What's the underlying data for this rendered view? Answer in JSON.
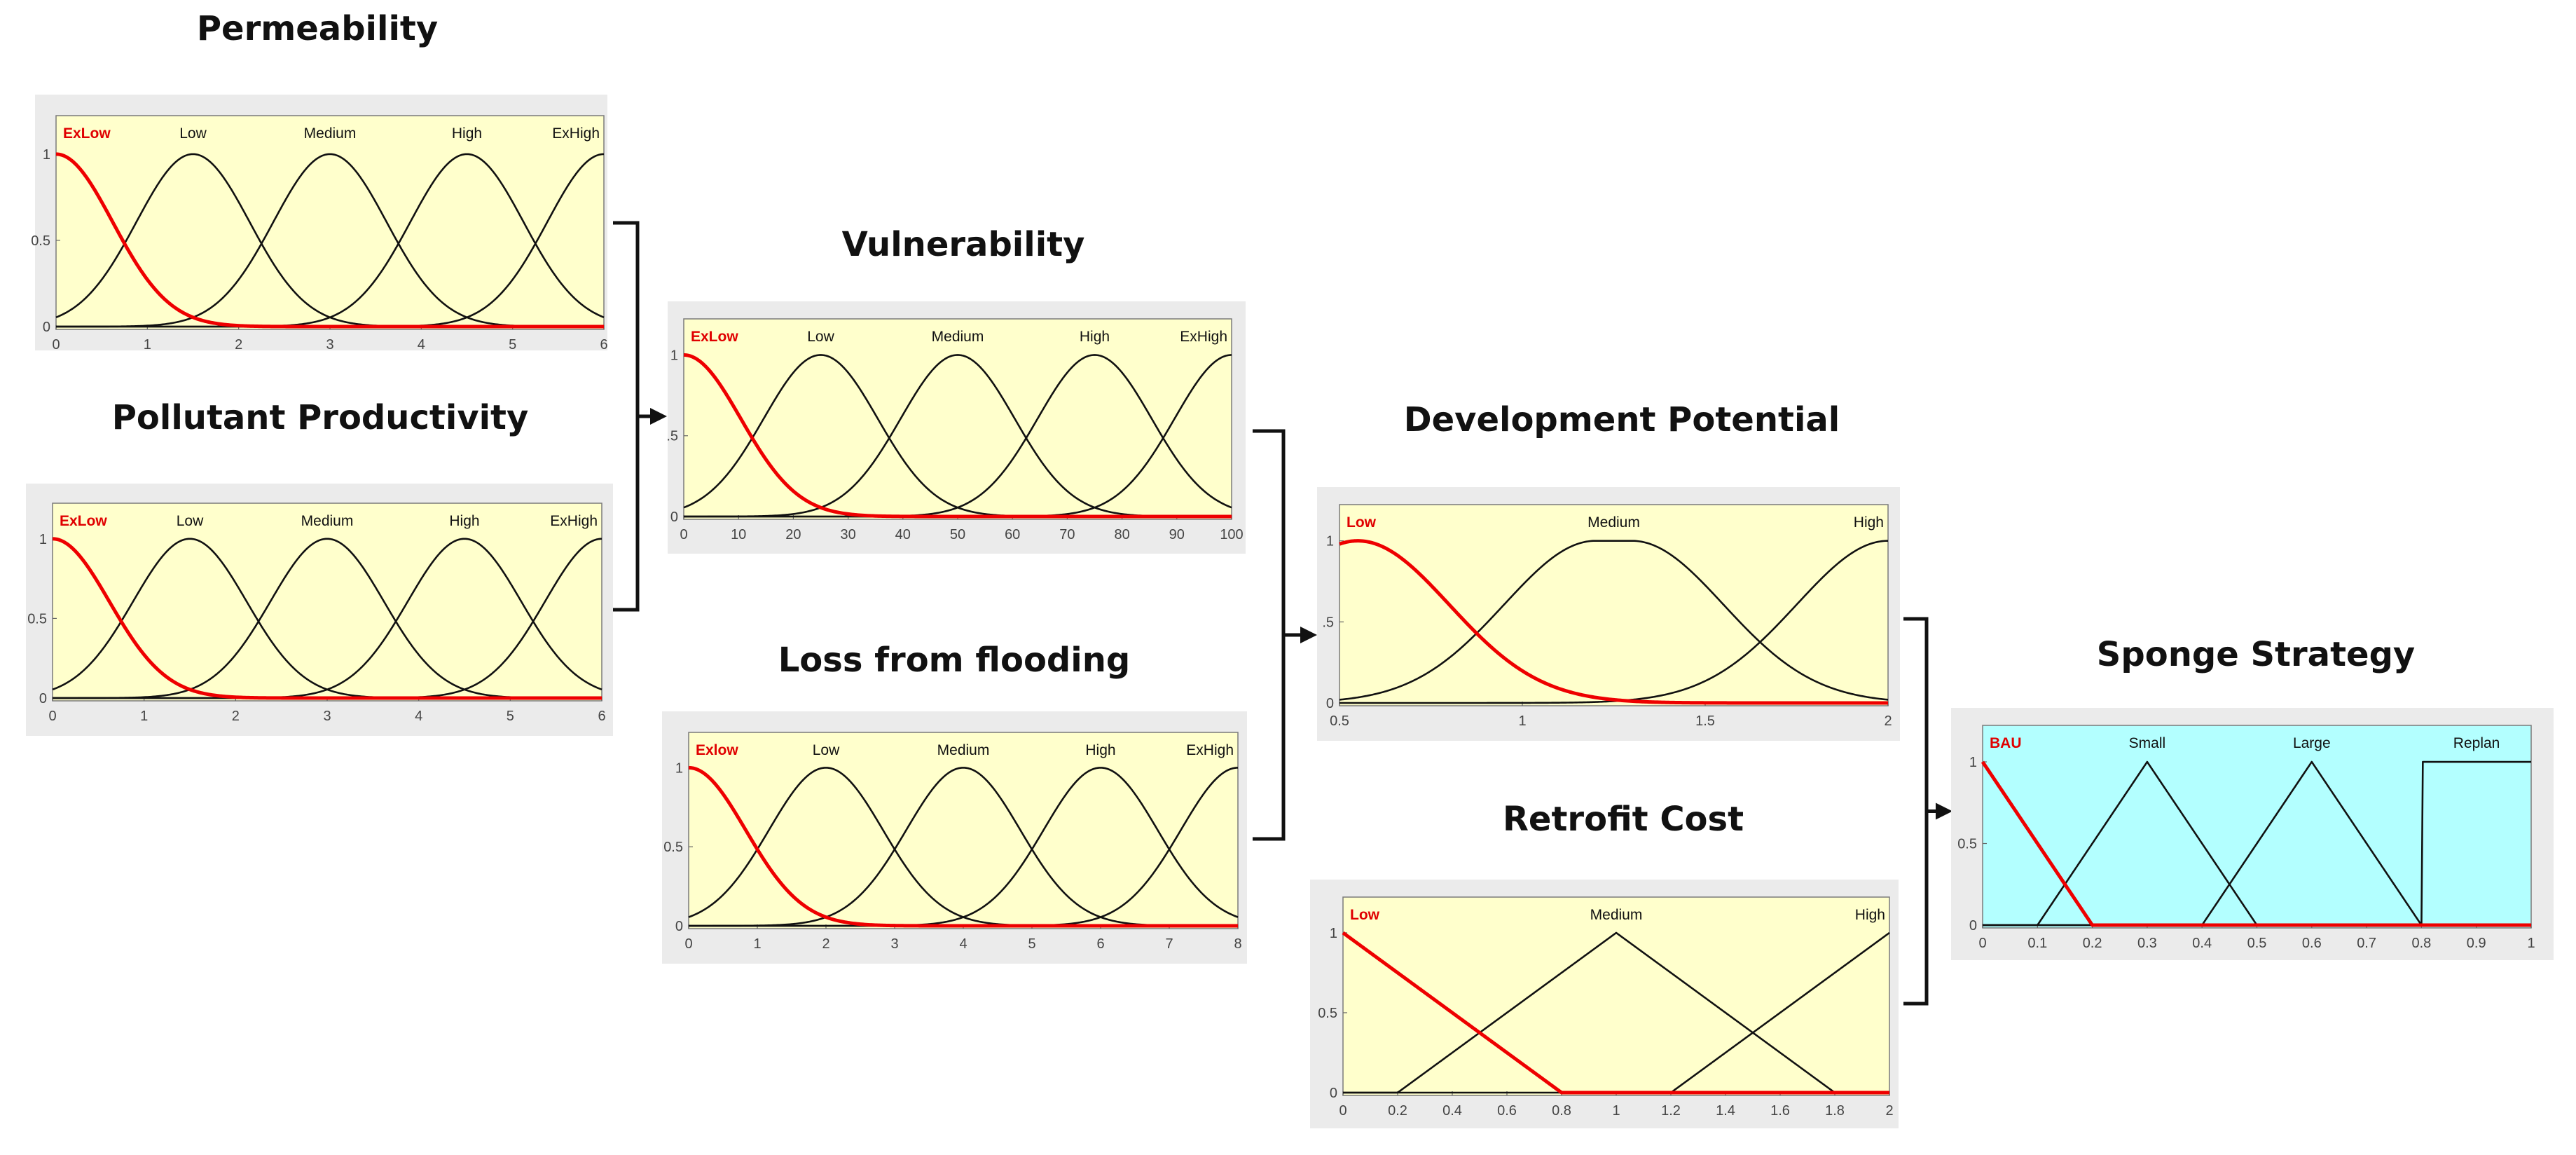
{
  "panels": [
    {
      "id": "permeability",
      "title": "Permeability",
      "bg": "#ffffcc",
      "xlim": [
        0,
        6
      ],
      "ylim": [
        0,
        1
      ],
      "xticks": [
        "0",
        "1",
        "2",
        "3",
        "4",
        "5",
        "6"
      ],
      "xtick_values": [
        0,
        1,
        2,
        3,
        4,
        5,
        6
      ],
      "yticks": [
        "0",
        "0.5",
        "1"
      ],
      "ytick_values": [
        0,
        0.5,
        1
      ],
      "mfs": [
        {
          "name": "ExLow",
          "type": "gauss",
          "params": [
            0.62,
            0
          ],
          "selected": true
        },
        {
          "name": "Low",
          "type": "gauss",
          "params": [
            0.62,
            1.5
          ],
          "selected": false
        },
        {
          "name": "Medium",
          "type": "gauss",
          "params": [
            0.62,
            3
          ],
          "selected": false
        },
        {
          "name": "High",
          "type": "gauss",
          "params": [
            0.62,
            4.5
          ],
          "selected": false
        },
        {
          "name": "ExHigh",
          "type": "gauss",
          "params": [
            0.62,
            6
          ],
          "selected": false
        }
      ]
    },
    {
      "id": "pollutant",
      "title": "Pollutant Productivity",
      "bg": "#ffffcc",
      "xlim": [
        0,
        6
      ],
      "ylim": [
        0,
        1
      ],
      "xticks": [
        "0",
        "1",
        "2",
        "3",
        "4",
        "5",
        "6"
      ],
      "xtick_values": [
        0,
        1,
        2,
        3,
        4,
        5,
        6
      ],
      "yticks": [
        "0",
        "0.5",
        "1"
      ],
      "ytick_values": [
        0,
        0.5,
        1
      ],
      "mfs": [
        {
          "name": "ExLow",
          "type": "gauss",
          "params": [
            0.62,
            0
          ],
          "selected": true
        },
        {
          "name": "Low",
          "type": "gauss",
          "params": [
            0.62,
            1.5
          ],
          "selected": false
        },
        {
          "name": "Medium",
          "type": "gauss",
          "params": [
            0.62,
            3
          ],
          "selected": false
        },
        {
          "name": "High",
          "type": "gauss",
          "params": [
            0.62,
            4.5
          ],
          "selected": false
        },
        {
          "name": "ExHigh",
          "type": "gauss",
          "params": [
            0.62,
            6
          ],
          "selected": false
        }
      ]
    },
    {
      "id": "vulnerability",
      "title": "Vulnerability",
      "bg": "#ffffcc",
      "xlim": [
        0,
        100
      ],
      "ylim": [
        0,
        1
      ],
      "xticks": [
        "0",
        "10",
        "20",
        "30",
        "40",
        "50",
        "60",
        "70",
        "80",
        "90",
        "100"
      ],
      "xtick_values": [
        0,
        10,
        20,
        30,
        40,
        50,
        60,
        70,
        80,
        90,
        100
      ],
      "yticks": [
        "0",
        ".5",
        "1"
      ],
      "ytick_values": [
        0,
        0.5,
        1
      ],
      "mfs": [
        {
          "name": "ExLow",
          "type": "gauss",
          "params": [
            10.4,
            0
          ],
          "selected": true
        },
        {
          "name": "Low",
          "type": "gauss",
          "params": [
            10.4,
            25
          ],
          "selected": false
        },
        {
          "name": "Medium",
          "type": "gauss",
          "params": [
            10.4,
            50
          ],
          "selected": false
        },
        {
          "name": "High",
          "type": "gauss",
          "params": [
            10.4,
            75
          ],
          "selected": false
        },
        {
          "name": "ExHigh",
          "type": "gauss",
          "params": [
            10.4,
            100
          ],
          "selected": false
        }
      ]
    },
    {
      "id": "loss",
      "title": "Loss from flooding",
      "bg": "#ffffcc",
      "xlim": [
        0,
        8
      ],
      "ylim": [
        0,
        1
      ],
      "xticks": [
        "0",
        "1",
        "2",
        "3",
        "4",
        "5",
        "6",
        "7",
        "8"
      ],
      "xtick_values": [
        0,
        1,
        2,
        3,
        4,
        5,
        6,
        7,
        8
      ],
      "yticks": [
        "0",
        "0.5",
        "1"
      ],
      "ytick_values": [
        0,
        0.5,
        1
      ],
      "mfs": [
        {
          "name": "Exlow",
          "type": "gauss",
          "params": [
            0.83,
            0
          ],
          "selected": true
        },
        {
          "name": "Low",
          "type": "gauss",
          "params": [
            0.83,
            2
          ],
          "selected": false
        },
        {
          "name": "Medium",
          "type": "gauss",
          "params": [
            0.83,
            4
          ],
          "selected": false
        },
        {
          "name": "High",
          "type": "gauss",
          "params": [
            0.83,
            6
          ],
          "selected": false
        },
        {
          "name": "ExHigh",
          "type": "gauss",
          "params": [
            0.83,
            8
          ],
          "selected": false
        }
      ]
    },
    {
      "id": "development",
      "title": "Development Potential",
      "bg": "#ffffcc",
      "xlim": [
        0.5,
        2
      ],
      "ylim": [
        0,
        1
      ],
      "xticks": [
        "0.5",
        "1",
        "1.5",
        "2"
      ],
      "xtick_values": [
        0.5,
        1,
        1.5,
        2
      ],
      "yticks": [
        "0",
        ".5",
        "1"
      ],
      "ytick_values": [
        0,
        0.5,
        1
      ],
      "mfs": [
        {
          "name": "Low",
          "type": "gauss2",
          "params": [
            0.25,
            0.55,
            0.25,
            0.55
          ],
          "selected": true
        },
        {
          "name": "Medium",
          "type": "gauss2",
          "params": [
            0.25,
            1.2,
            0.25,
            1.3
          ],
          "selected": false
        },
        {
          "name": "High",
          "type": "gauss2",
          "params": [
            0.25,
            2,
            0.25,
            2.6
          ],
          "selected": false
        }
      ]
    },
    {
      "id": "retrofit",
      "title": "Retrofit Cost",
      "bg": "#ffffcc",
      "xlim": [
        0,
        2
      ],
      "ylim": [
        0,
        1
      ],
      "xticks": [
        "0",
        "0.2",
        "0.4",
        "0.6",
        "0.8",
        "1",
        "1.2",
        "1.4",
        "1.6",
        "1.8",
        "2"
      ],
      "xtick_values": [
        0,
        0.2,
        0.4,
        0.6,
        0.8,
        1,
        1.2,
        1.4,
        1.6,
        1.8,
        2
      ],
      "yticks": [
        "0",
        "0.5",
        "1"
      ],
      "ytick_values": [
        0,
        0.5,
        1
      ],
      "mfs": [
        {
          "name": "Low",
          "type": "tri",
          "params": [
            -0.8,
            0,
            0.8
          ],
          "selected": true
        },
        {
          "name": "Medium",
          "type": "tri",
          "params": [
            0.2,
            1,
            1.8
          ],
          "selected": false
        },
        {
          "name": "High",
          "type": "tri",
          "params": [
            1.2,
            2,
            2.8
          ],
          "selected": false
        }
      ]
    },
    {
      "id": "sponge",
      "title": "Sponge Strategy",
      "bg": "#b3ffff",
      "xlim": [
        0,
        1
      ],
      "ylim": [
        0,
        1
      ],
      "xticks": [
        "0",
        "0.1",
        "0.2",
        "0.3",
        "0.4",
        "0.5",
        "0.6",
        "0.7",
        "0.8",
        "0.9",
        "1"
      ],
      "xtick_values": [
        0,
        0.1,
        0.2,
        0.3,
        0.4,
        0.5,
        0.6,
        0.7,
        0.8,
        0.9,
        1
      ],
      "yticks": [
        "0",
        "0.5",
        "1"
      ],
      "ytick_values": [
        0,
        0.5,
        1
      ],
      "mfs": [
        {
          "name": "BAU",
          "type": "tri",
          "params": [
            -0.2,
            0,
            0.2
          ],
          "selected": true
        },
        {
          "name": "Small",
          "type": "tri",
          "params": [
            0.1,
            0.3,
            0.5
          ],
          "selected": false
        },
        {
          "name": "Large",
          "type": "tri",
          "params": [
            0.4,
            0.6,
            0.8
          ],
          "selected": false
        },
        {
          "name": "Replan",
          "type": "trap",
          "params": [
            0.8,
            0.801,
            1.2,
            1.3
          ],
          "selected": false
        }
      ]
    }
  ]
}
